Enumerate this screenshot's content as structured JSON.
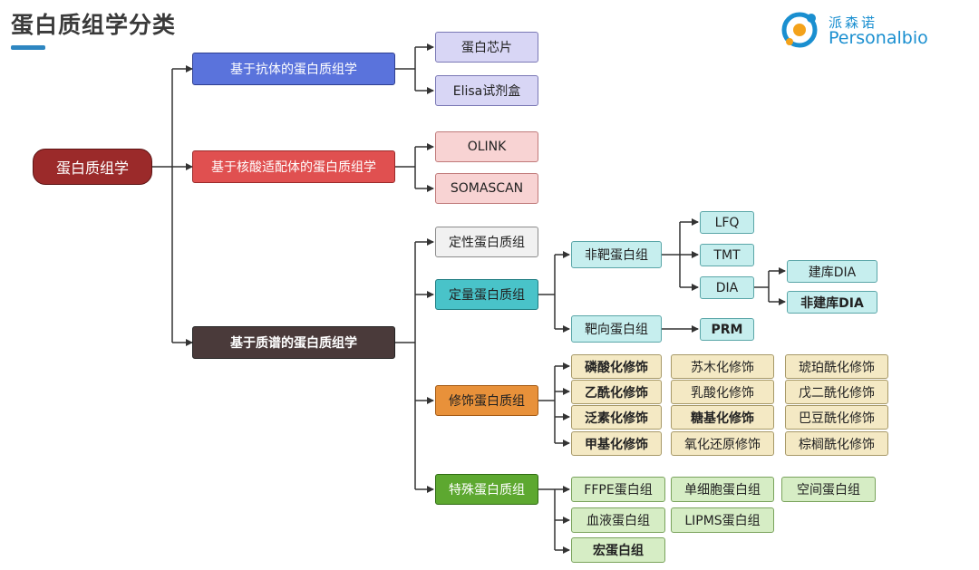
{
  "title": "蛋白质组学分类",
  "logo": {
    "cn": "派森诺",
    "en": "Personalbio"
  },
  "root": "蛋白质组学",
  "antibody": {
    "label": "基于抗体的蛋白质组学",
    "items": [
      "蛋白芯片",
      "Elisa试剂盒"
    ]
  },
  "aptamer": {
    "label": "基于核酸适配体的蛋白质组学",
    "items": [
      "OLINK",
      "SOMASCAN"
    ]
  },
  "ms": {
    "label": "基于质谱的蛋白质组学",
    "qualitative": "定性蛋白质组",
    "quant": {
      "label": "定量蛋白质组",
      "untargeted": {
        "label": "非靶蛋白组",
        "methods": [
          "LFQ",
          "TMT",
          "DIA"
        ],
        "dia": [
          "建库DIA",
          "非建库DIA"
        ]
      },
      "targeted": {
        "label": "靶向蛋白组",
        "method": "PRM"
      }
    },
    "modification": {
      "label": "修饰蛋白质组",
      "col1": [
        "磷酸化修饰",
        "乙酰化修饰",
        "泛素化修饰",
        "甲基化修饰"
      ],
      "col2": [
        "苏木化修饰",
        "乳酸化修饰",
        "糖基化修饰",
        "氧化还原修饰"
      ],
      "col3": [
        "琥珀酰化修饰",
        "戊二酰化修饰",
        "巴豆酰化修饰",
        "棕榈酰化修饰"
      ]
    },
    "special": {
      "label": "特殊蛋白质组",
      "row1": [
        "FFPE蛋白组",
        "单细胞蛋白组",
        "空间蛋白组"
      ],
      "row2": [
        "血液蛋白组",
        "LIPMS蛋白组"
      ],
      "row3": [
        "宏蛋白组"
      ]
    }
  }
}
